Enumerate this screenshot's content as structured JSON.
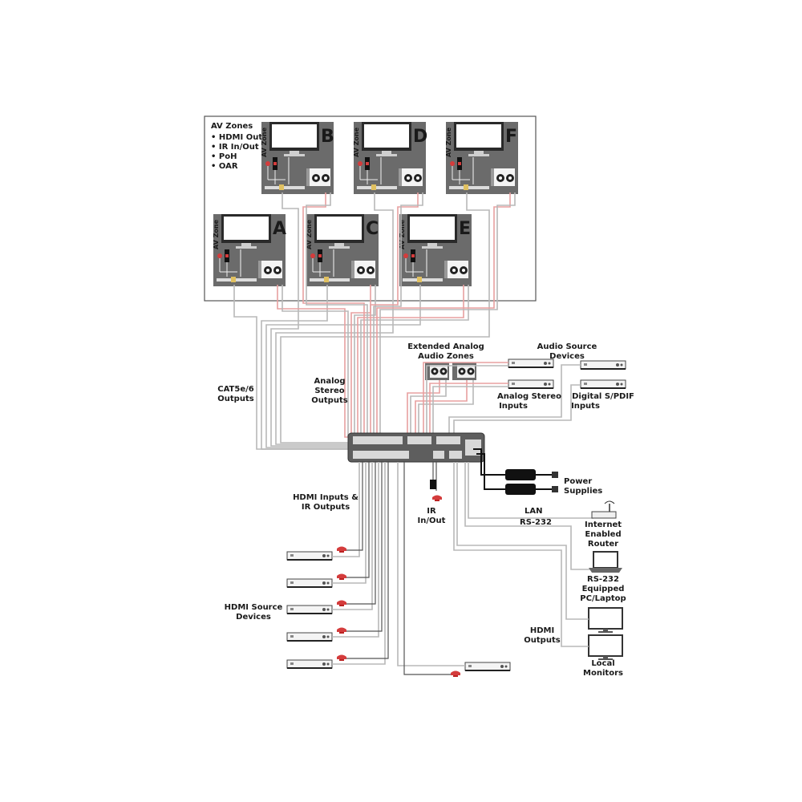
{
  "zones_box": {
    "title": "AV Zones",
    "features": [
      "• HDMI Out",
      "• IR In/Out",
      "• PoH",
      "• OAR"
    ]
  },
  "zones": [
    {
      "letter": "B",
      "tag": "AV Zone"
    },
    {
      "letter": "D",
      "tag": "AV Zone"
    },
    {
      "letter": "F",
      "tag": "AV Zone"
    },
    {
      "letter": "A",
      "tag": "AV Zone"
    },
    {
      "letter": "C",
      "tag": "AV Zone"
    },
    {
      "letter": "E",
      "tag": "AV Zone"
    }
  ],
  "labels": {
    "cat_outputs": [
      "CAT5e/6",
      "Outputs"
    ],
    "analog_stereo_outputs": [
      "Analog",
      "Stereo",
      "Outputs"
    ],
    "extended_analog": [
      "Extended Analog",
      "Audio Zones"
    ],
    "audio_source": [
      "Audio Source",
      "Devices"
    ],
    "analog_stereo_inputs": [
      "Analog Stereo",
      "Inputs"
    ],
    "digital_spdif": [
      "Digital S/PDIF",
      "Inputs"
    ],
    "hdmi_inputs_ir": [
      "HDMI Inputs &",
      "IR Outputs"
    ],
    "ir_in_out": [
      "IR",
      "In/Out"
    ],
    "power_supplies": [
      "Power",
      "Supplies"
    ],
    "lan": "LAN",
    "rs232": "RS-232",
    "router": [
      "Internet",
      "Enabled",
      "Router"
    ],
    "pc": [
      "RS-232",
      "Equipped",
      "PC/Laptop"
    ],
    "hdmi_source": [
      "HDMI Source",
      "Devices"
    ],
    "hdmi_outputs": [
      "HDMI",
      "Outputs"
    ],
    "local_monitors": [
      "Local",
      "Monitors"
    ]
  },
  "colors": {
    "cable_gray": "#b8b8b8",
    "cable_red": "#e8a0a0",
    "zone_panel": "#6b6b6b",
    "ir_red": "#d43c3c"
  }
}
